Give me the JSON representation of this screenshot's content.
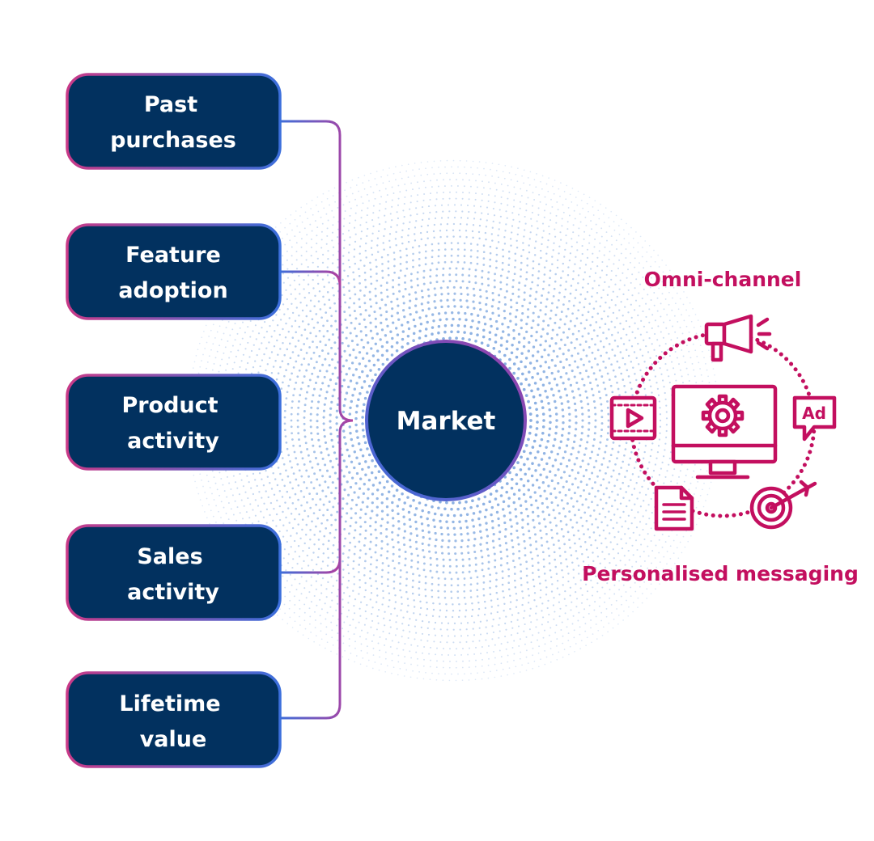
{
  "inputs": [
    {
      "line1": "Past",
      "line2": "purchases"
    },
    {
      "line1": "Feature",
      "line2": "adoption"
    },
    {
      "line1": "Product",
      "line2": "activity"
    },
    {
      "line1": "Sales",
      "line2": "activity"
    },
    {
      "line1": "Lifetime",
      "line2": "value"
    }
  ],
  "hub": {
    "label": "Market"
  },
  "outputs": {
    "top_label": "Omni-channel",
    "bottom_label": "Personalised messaging"
  },
  "colors": {
    "navy": "#02315f",
    "magenta": "#c30f5f",
    "blue": "#3a6fd8",
    "dots": "#5b8fd6"
  }
}
